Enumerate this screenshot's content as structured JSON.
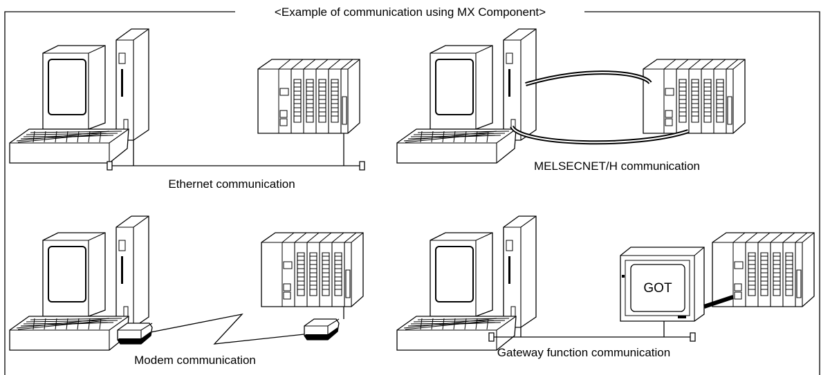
{
  "title": "<Example of communication using MX Component>",
  "panels": [
    {
      "id": "ethernet",
      "caption": "Ethernet communication"
    },
    {
      "id": "melsecnet",
      "caption": "MELSECNET/H communication"
    },
    {
      "id": "modem",
      "caption": "Modem communication"
    },
    {
      "id": "gateway",
      "caption": "Gateway function communication",
      "got_label": "GOT"
    }
  ],
  "icons": {
    "computer": "personal-computer-icon",
    "plc": "plc-rack-icon",
    "modem": "modem-icon",
    "got": "got-panel-icon"
  }
}
